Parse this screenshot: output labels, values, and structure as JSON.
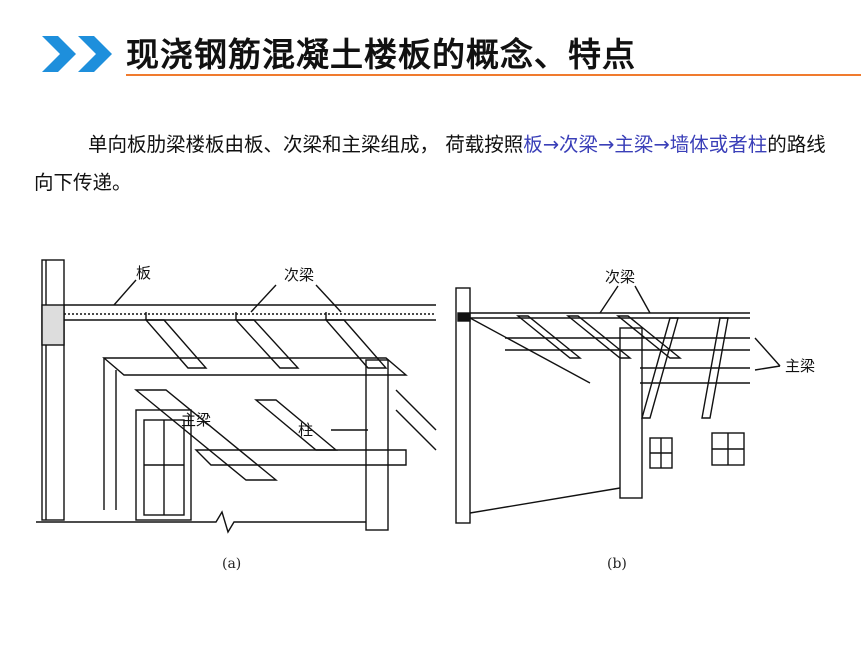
{
  "slide": {
    "title": "现浇钢筋混凝土楼板的概念、特点",
    "accent_color": "#f07b2e",
    "chevron_color": "#1e8fdc",
    "paragraph": {
      "normal_text": "单向板肋梁楼板由板、次梁和主梁组成， 荷载按照",
      "highlight_text": "板→次梁→主梁→墙体或者柱",
      "tail_text": "的路线向下传递。",
      "highlight_color": "#3a3fb8"
    }
  },
  "figure_a": {
    "label_slab": "板",
    "label_secondary_beam": "次梁",
    "label_main_beam": "主梁",
    "label_column": "柱",
    "caption": "(a)"
  },
  "figure_b": {
    "label_secondary_beam": "次梁",
    "label_main_beam": "主梁",
    "caption": "(b)"
  }
}
